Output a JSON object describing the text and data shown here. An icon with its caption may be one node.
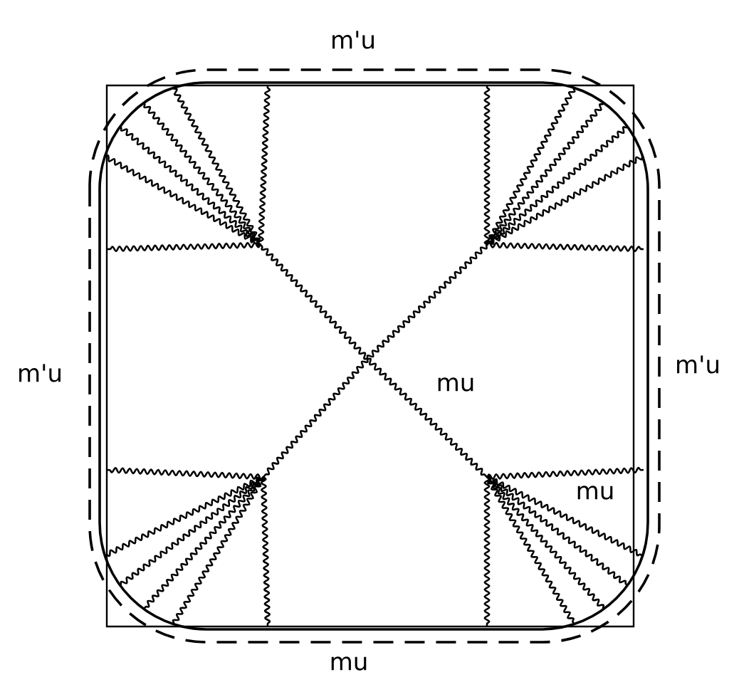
{
  "diagram": {
    "labels": [
      "m'u",
      "m'u",
      "m'u",
      "mu",
      "mu",
      "mu"
    ]
  }
}
